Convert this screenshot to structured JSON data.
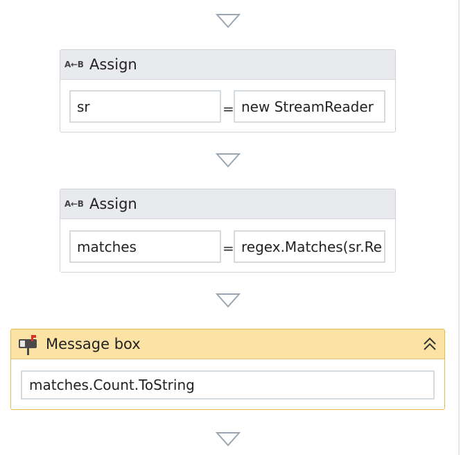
{
  "activities": [
    {
      "type_icon": "A←B",
      "title": "Assign",
      "to_value": "sr",
      "operator": "=",
      "value": "new StreamReader"
    },
    {
      "type_icon": "A←B",
      "title": "Assign",
      "to_value": "matches",
      "operator": "=",
      "value": "regex.Matches(sr.Re"
    }
  ],
  "message_box": {
    "title": "Message box",
    "text": "matches.Count.ToString"
  },
  "colors": {
    "assign_header": "#e8eaed",
    "message_header": "#fbe3a6",
    "message_border": "#e7b94a",
    "drop_arrow": "#9aa6b2"
  },
  "icons": {
    "drop": "drop-zone-arrow-icon",
    "assign": "assign-icon",
    "message": "message-box-icon",
    "collapse": "collapse-chevron-up-icon"
  }
}
